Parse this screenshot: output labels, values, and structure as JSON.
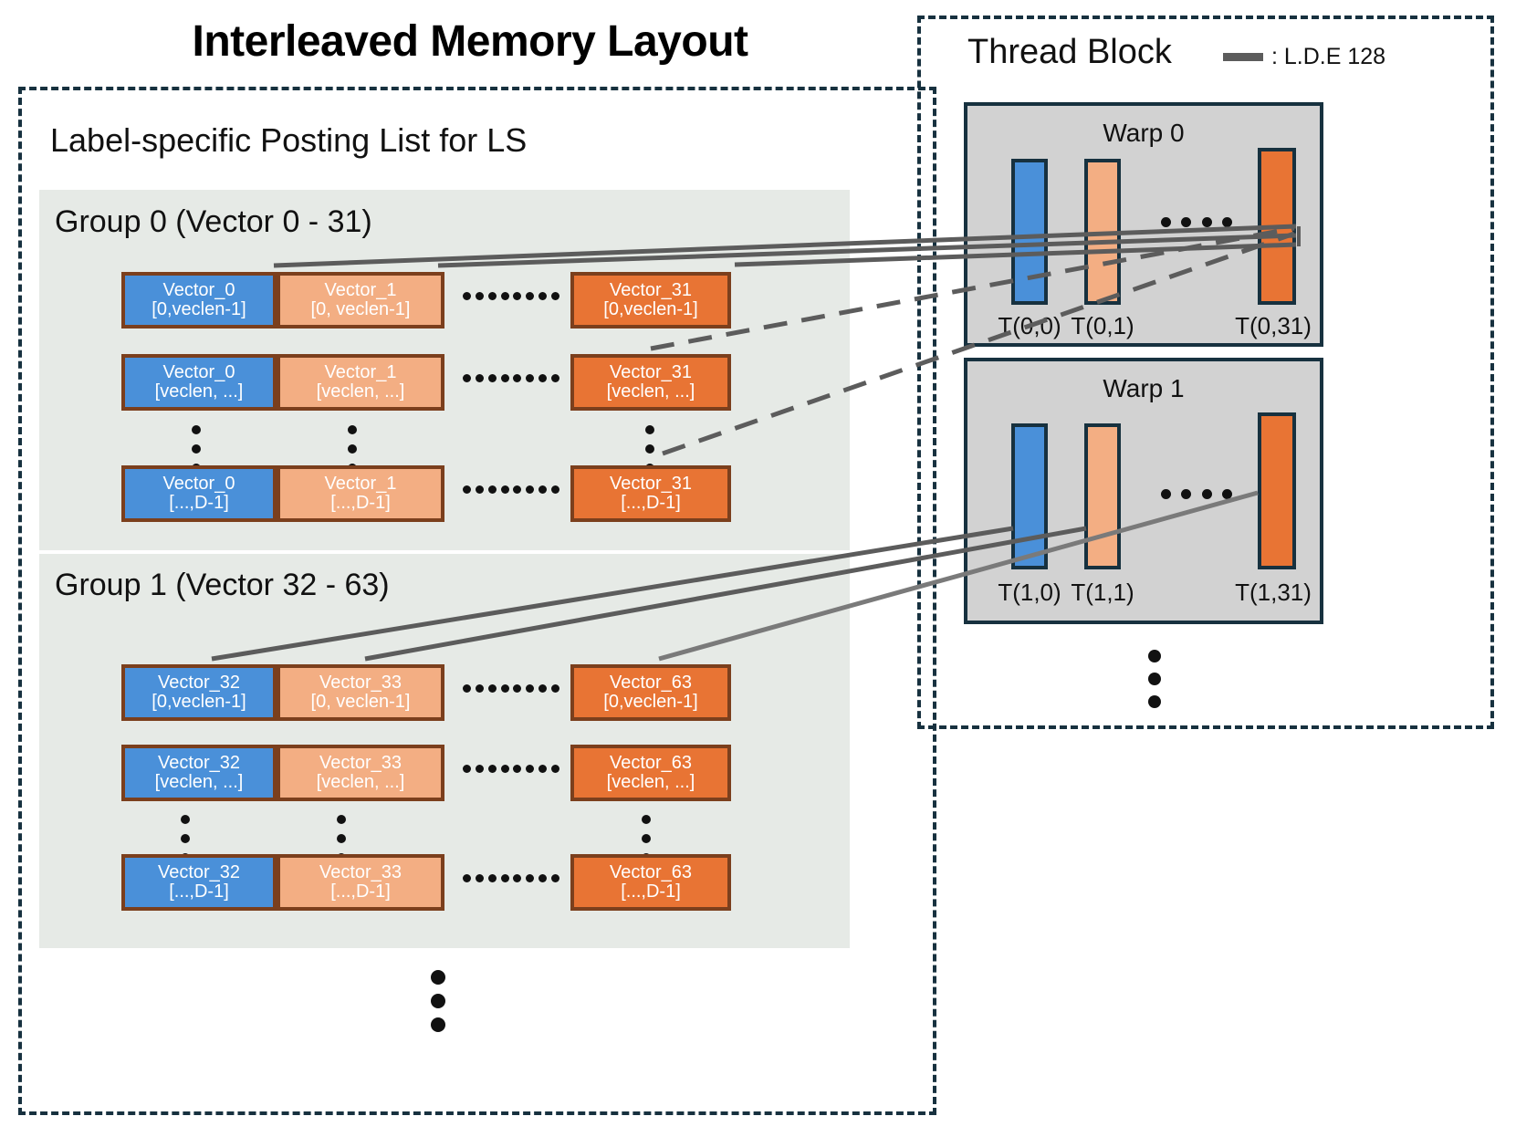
{
  "title": "Interleaved Memory Layout",
  "posting_list": {
    "heading": "Label-specific Posting List for LS",
    "groups": [
      {
        "label": "Group 0 (Vector 0 - 31)",
        "rows": [
          {
            "cells": [
              {
                "name": "Vector_0",
                "range": "[0,veclen-1]",
                "color": "blue"
              },
              {
                "name": "Vector_1",
                "range": "[0, veclen-1]",
                "color": "peach"
              },
              {
                "name": "Vector_31",
                "range": "[0,veclen-1]",
                "color": "orange"
              }
            ]
          },
          {
            "cells": [
              {
                "name": "Vector_0",
                "range": "[veclen, ...]",
                "color": "blue"
              },
              {
                "name": "Vector_1",
                "range": "[veclen, ...]",
                "color": "peach"
              },
              {
                "name": "Vector_31",
                "range": "[veclen, ...]",
                "color": "orange"
              }
            ]
          },
          {
            "cells": [
              {
                "name": "Vector_0",
                "range": "[...,D-1]",
                "color": "blue"
              },
              {
                "name": "Vector_1",
                "range": "[...,D-1]",
                "color": "peach"
              },
              {
                "name": "Vector_31",
                "range": "[...,D-1]",
                "color": "orange"
              }
            ]
          }
        ]
      },
      {
        "label": "Group 1 (Vector 32 - 63)",
        "rows": [
          {
            "cells": [
              {
                "name": "Vector_32",
                "range": "[0,veclen-1]",
                "color": "blue"
              },
              {
                "name": "Vector_33",
                "range": "[0, veclen-1]",
                "color": "peach"
              },
              {
                "name": "Vector_63",
                "range": "[0,veclen-1]",
                "color": "orange"
              }
            ]
          },
          {
            "cells": [
              {
                "name": "Vector_32",
                "range": "[veclen, ...]",
                "color": "blue"
              },
              {
                "name": "Vector_33",
                "range": "[veclen, ...]",
                "color": "peach"
              },
              {
                "name": "Vector_63",
                "range": "[veclen, ...]",
                "color": "orange"
              }
            ]
          },
          {
            "cells": [
              {
                "name": "Vector_32",
                "range": "[...,D-1]",
                "color": "blue"
              },
              {
                "name": "Vector_33",
                "range": "[...,D-1]",
                "color": "peach"
              },
              {
                "name": "Vector_63",
                "range": "[...,D-1]",
                "color": "orange"
              }
            ]
          }
        ]
      }
    ]
  },
  "thread_block": {
    "heading": "Thread Block",
    "legend": {
      "icon": "solid-line-swatch",
      "text": ": L.D.E 128"
    },
    "warps": [
      {
        "title": "Warp 0",
        "threads": [
          {
            "label": "T(0,0)",
            "color": "blue"
          },
          {
            "label": "T(0,1)",
            "color": "peach"
          },
          {
            "label": "T(0,31)",
            "color": "orange"
          }
        ]
      },
      {
        "title": "Warp 1",
        "threads": [
          {
            "label": "T(1,0)",
            "color": "blue"
          },
          {
            "label": "T(1,1)",
            "color": "peach"
          },
          {
            "label": "T(1,31)",
            "color": "orange"
          }
        ]
      }
    ]
  },
  "colors": {
    "blue": "#4A90D9",
    "peach": "#F3AE83",
    "orange": "#E87434",
    "cell_border": "#7B3F1D",
    "panel_border": "#17313F",
    "group_bg": "#E6EAE6",
    "warp_bg": "#D2D2D2",
    "connector": "#5C5C5C"
  }
}
